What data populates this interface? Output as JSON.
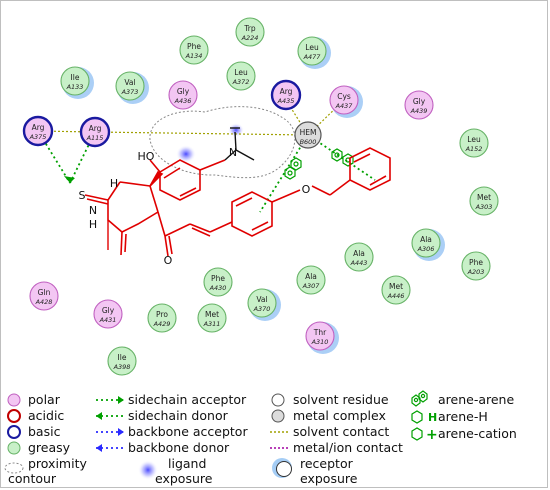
{
  "colors": {
    "polar_fill": "#f3c6f3",
    "polar_stroke": "#c060c0",
    "greasy_fill": "#c8f0c8",
    "greasy_stroke": "#66b266",
    "basic_stroke": "#1a1aa0",
    "acidic_stroke": "#c00000",
    "ligand": "#e00000",
    "interaction_green": "#00a000",
    "exposure_blue": "#66a8ee"
  },
  "residues": [
    {
      "name": "Trp",
      "num": "A224",
      "type": "greasy",
      "exp": false
    },
    {
      "name": "Phe",
      "num": "A134",
      "type": "greasy",
      "exp": false
    },
    {
      "name": "Leu",
      "num": "A477",
      "type": "greasy",
      "exp": true
    },
    {
      "name": "Ile",
      "num": "A133",
      "type": "greasy",
      "exp": true
    },
    {
      "name": "Val",
      "num": "A373",
      "type": "greasy",
      "exp": true
    },
    {
      "name": "Gly",
      "num": "A436",
      "type": "polar",
      "exp": false
    },
    {
      "name": "Leu",
      "num": "A372",
      "type": "greasy",
      "exp": false
    },
    {
      "name": "Arg",
      "num": "A435",
      "type": "basic",
      "exp": false
    },
    {
      "name": "Cys",
      "num": "A437",
      "type": "polar",
      "exp": true
    },
    {
      "name": "Gly",
      "num": "A439",
      "type": "polar",
      "exp": false
    },
    {
      "name": "Arg",
      "num": "A375",
      "type": "basic",
      "exp": false
    },
    {
      "name": "Arg",
      "num": "A115",
      "type": "basic",
      "exp": false
    },
    {
      "name": "Leu",
      "num": "A152",
      "type": "greasy",
      "exp": false
    },
    {
      "name": "Met",
      "num": "A303",
      "type": "greasy",
      "exp": false
    },
    {
      "name": "Ala",
      "num": "A306",
      "type": "greasy",
      "exp": true
    },
    {
      "name": "Ala",
      "num": "A443",
      "type": "greasy",
      "exp": false
    },
    {
      "name": "Phe",
      "num": "A203",
      "type": "greasy",
      "exp": false
    },
    {
      "name": "Phe",
      "num": "A430",
      "type": "greasy",
      "exp": false
    },
    {
      "name": "Ala",
      "num": "A307",
      "type": "greasy",
      "exp": false
    },
    {
      "name": "Met",
      "num": "A446",
      "type": "greasy",
      "exp": false
    },
    {
      "name": "Gln",
      "num": "A428",
      "type": "polar",
      "exp": false
    },
    {
      "name": "Val",
      "num": "A370",
      "type": "greasy",
      "exp": true
    },
    {
      "name": "Gly",
      "num": "A431",
      "type": "polar",
      "exp": false
    },
    {
      "name": "Pro",
      "num": "A429",
      "type": "greasy",
      "exp": false
    },
    {
      "name": "Met",
      "num": "A311",
      "type": "greasy",
      "exp": false
    },
    {
      "name": "Thr",
      "num": "A310",
      "type": "polar",
      "exp": true
    },
    {
      "name": "Ile",
      "num": "A398",
      "type": "greasy",
      "exp": false
    }
  ],
  "heme": {
    "name": "HEM",
    "num": "B600"
  },
  "ligand_atoms": {
    "oh": "HO",
    "n1": "N",
    "nh1": "H",
    "n2": "N",
    "nh2": "H",
    "s": "S",
    "o1": "O",
    "o2": "O"
  },
  "legend": {
    "col1": [
      "polar",
      "acidic",
      "basic",
      "greasy"
    ],
    "proximity": [
      "proximity",
      "contour"
    ],
    "col2": [
      "sidechain acceptor",
      "sidechain donor",
      "backbone acceptor",
      "backbone donor"
    ],
    "ligand_exposure": [
      "ligand",
      "exposure"
    ],
    "col3": [
      "solvent residue",
      "metal complex",
      "solvent contact",
      "metal/ion contact"
    ],
    "receptor_exposure": [
      "receptor",
      "exposure"
    ],
    "col4": [
      "arene-arene",
      "arene-H",
      "arene-cation"
    ],
    "icon_letters": {
      "h": "H",
      "plus": "+"
    }
  }
}
